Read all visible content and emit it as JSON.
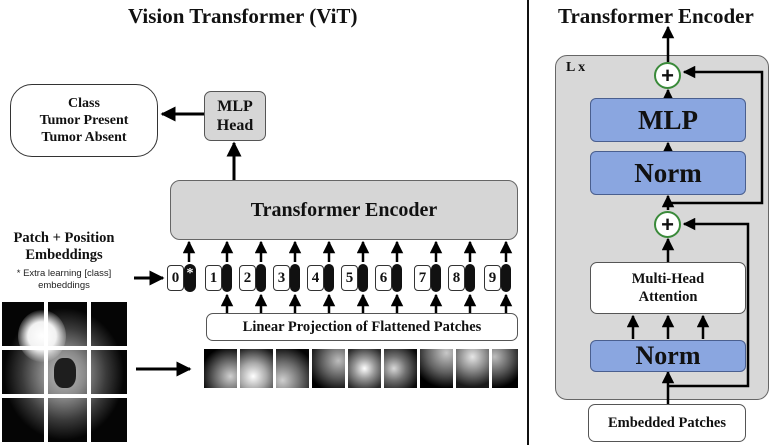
{
  "vit": {
    "title": "Vision Transformer (ViT)",
    "class_box": {
      "line1": "Class",
      "line2": "Tumor Present",
      "line3": "Tumor Absent"
    },
    "mlp_head": {
      "line1": "MLP",
      "line2": "Head"
    },
    "transformer_encoder": "Transformer Encoder",
    "patch_position": {
      "line1": "Patch + Position",
      "line2": "Embeddings"
    },
    "extra_note": {
      "line1": "* Extra learning [class]",
      "line2": "embeddings"
    },
    "linear_projection": "Linear Projection of Flattened Patches",
    "tokens": [
      "0",
      "1",
      "2",
      "3",
      "4",
      "5",
      "6",
      "7",
      "8",
      "9"
    ],
    "class_token_mark": "*"
  },
  "encoder": {
    "title": "Transformer Encoder",
    "repeat_label": "L x",
    "mlp": "MLP",
    "norm_top": "Norm",
    "plus": "+",
    "attention": {
      "line1": "Multi-Head",
      "line2": "Attention"
    },
    "norm_bottom": "Norm",
    "embedded_patches": "Embedded Patches"
  }
}
